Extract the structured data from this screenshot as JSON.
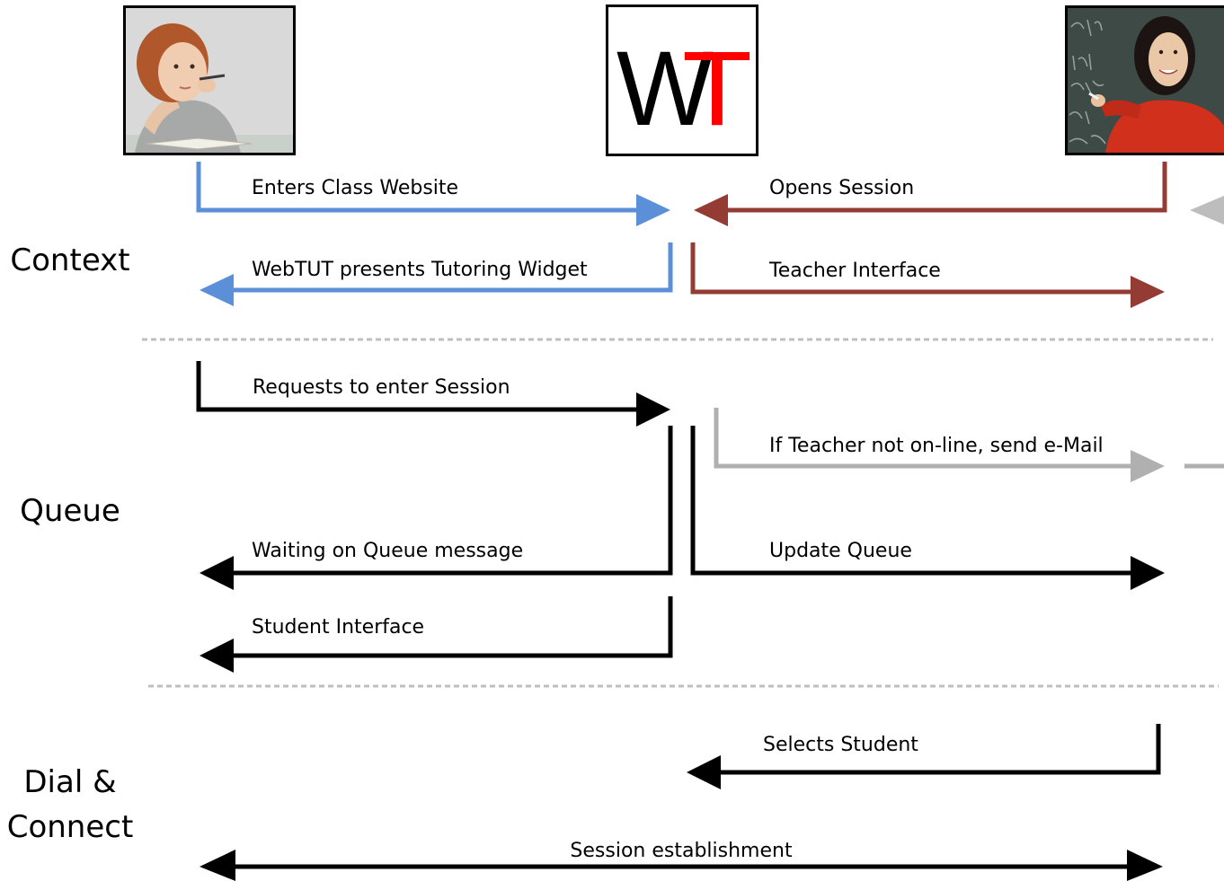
{
  "colors": {
    "student_flow": "#5B8FD8",
    "teacher_flow": "#943C34",
    "email_flow": "#B0B0B0",
    "main_flow": "#000000",
    "logo_black": "#000000",
    "logo_red": "#FF0000",
    "separator": "#BFBFBF"
  },
  "actors": {
    "student": {
      "name": "student-photo"
    },
    "server": {
      "logo_text_w": "W",
      "logo_text_t": "T"
    },
    "teacher": {
      "name": "teacher-photo",
      "board_text": "pple nt tom am irplan"
    }
  },
  "phases": {
    "context": "Context",
    "queue": "Queue",
    "dial_line1": "Dial &",
    "dial_line2": "Connect"
  },
  "messages": {
    "enters_class_website": "Enters Class Website",
    "opens_session": "Opens Session",
    "presents_widget": "WebTUT presents Tutoring Widget",
    "teacher_interface": "Teacher Interface",
    "requests_enter_session": "Requests to enter Session",
    "teacher_not_online": "If Teacher not on-line, send e-Mail",
    "waiting_on_queue": "Waiting on Queue message",
    "update_queue": "Update Queue",
    "student_interface": "Student Interface",
    "selects_student": "Selects Student",
    "session_establishment": "Session establishment"
  }
}
